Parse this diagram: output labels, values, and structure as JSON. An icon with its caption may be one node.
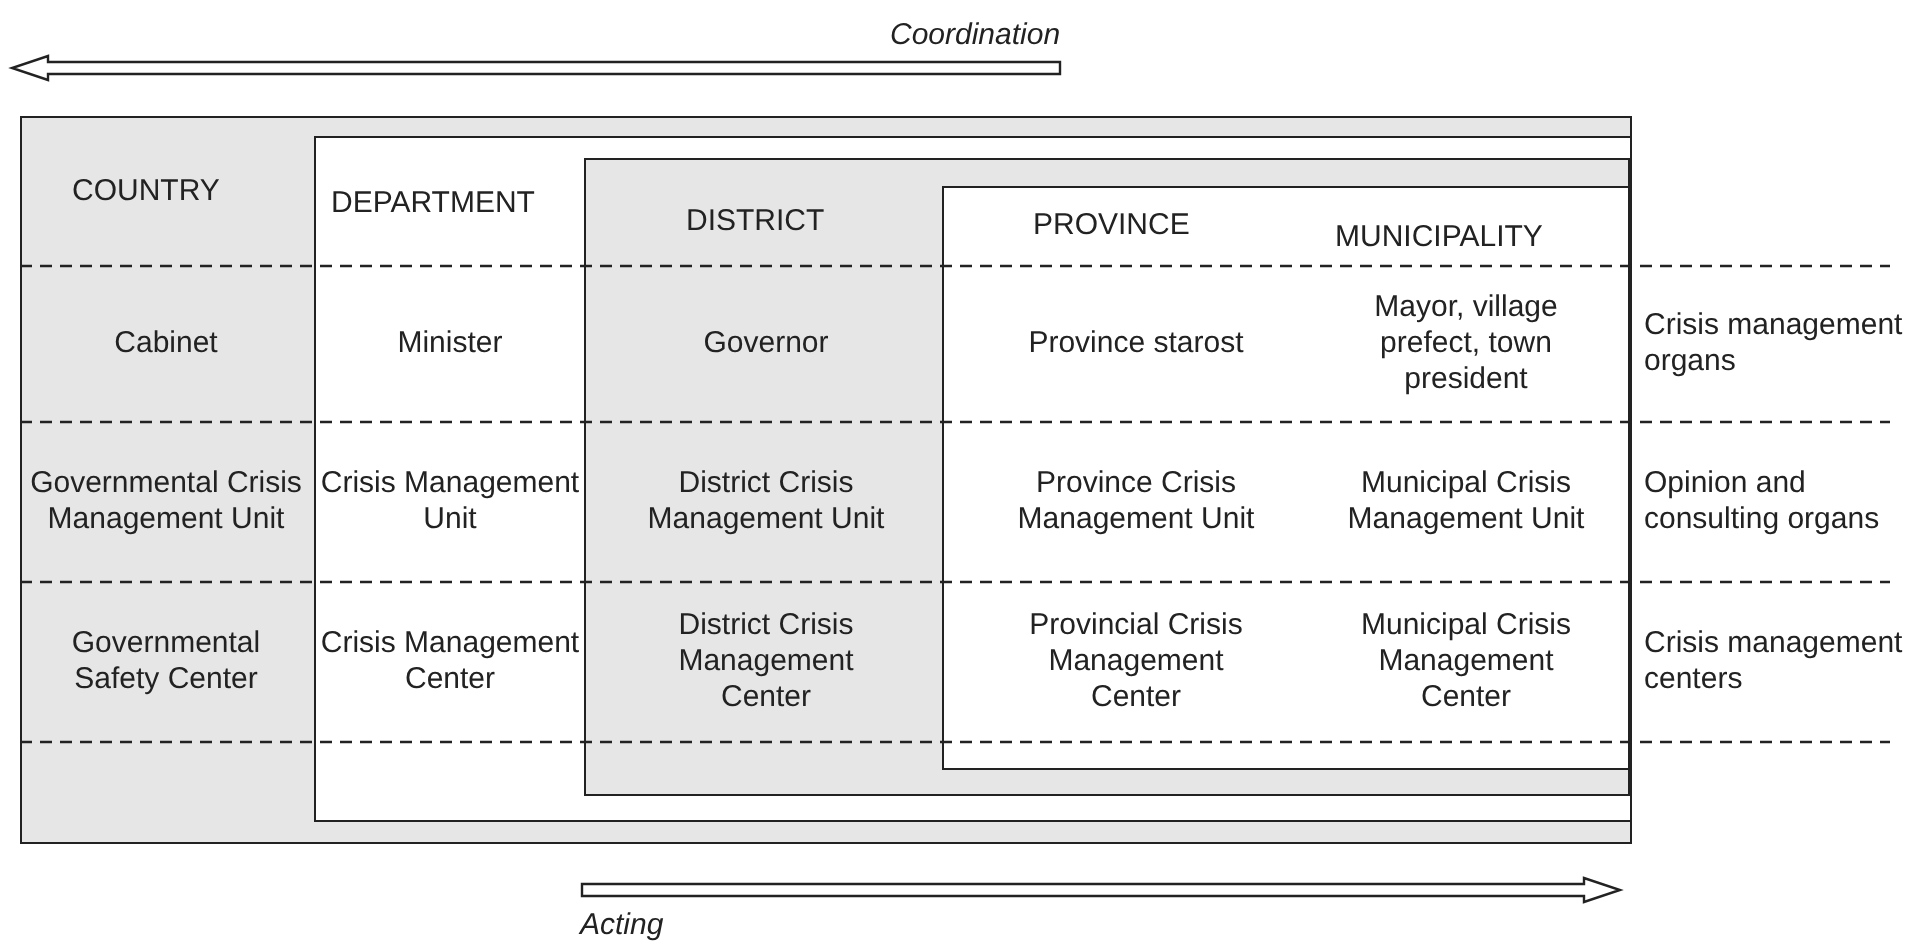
{
  "diagram": {
    "nodes": [
      {
        "text": [
          "COUNTRY"
        ]
      },
      {
        "text": [
          "DEPARTMENT"
        ],
        "in": 0
      },
      {
        "text": [
          "DISTRICT"
        ],
        "in": 1
      },
      {
        "text": [
          "PROVINCE",
          "MUNICIPALITY"
        ],
        "in": 2
      }
    ],
    "edges": [],
    "labels": [
      "Coordination",
      "Cabinet",
      "Minister",
      "Governor",
      "Province starost",
      "Mayor, village prefect, town president",
      "Crisis management organs",
      "Governmental Crisis Management Unit",
      "Crisis Management Unit",
      "District Crisis Management Unit",
      "Province Crisis Management Unit",
      "Municipal Crisis Management Unit",
      "Opinion and consulting organs",
      "Governmental Safety Center",
      "Crisis Management Center",
      "District Crisis Management Center",
      "Provincial Crisis Management Center",
      "Municipal Crisis Management Center",
      "Crisis management centers",
      "Acting"
    ]
  }
}
